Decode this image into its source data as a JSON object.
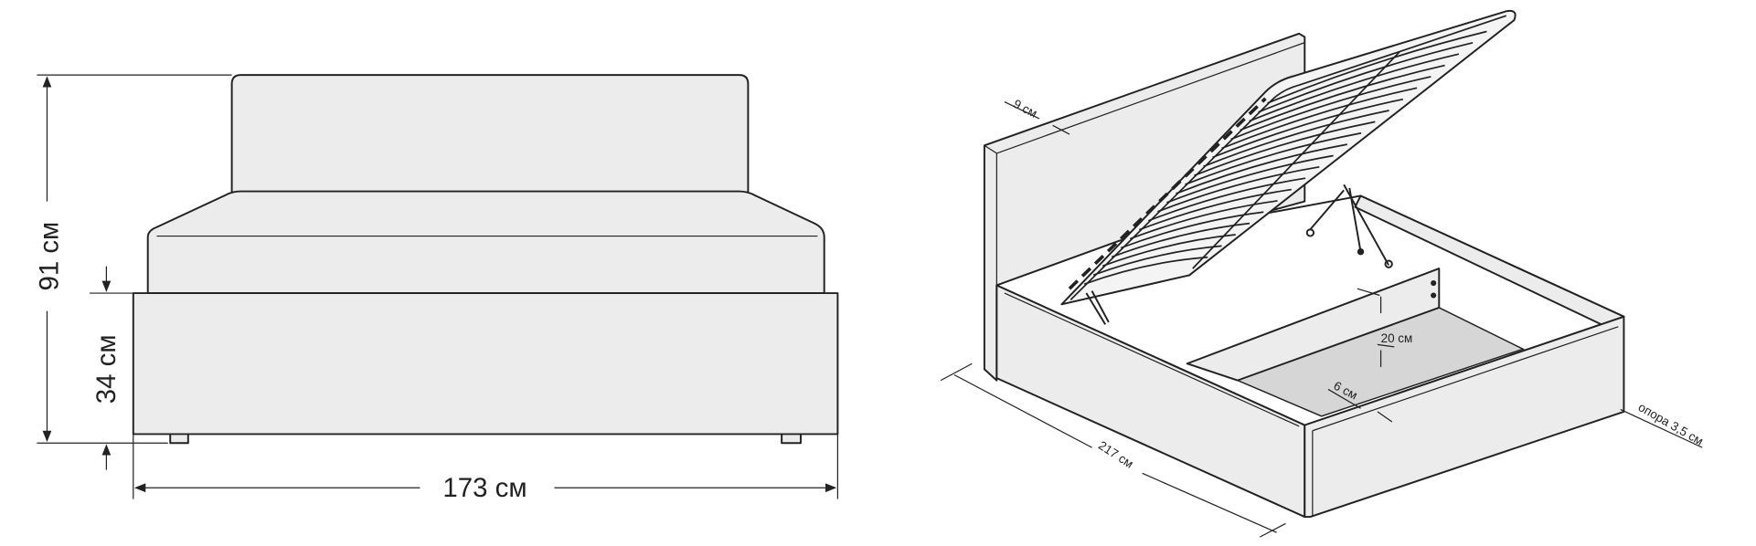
{
  "front_view": {
    "height_total": "91 см",
    "height_base": "34 см",
    "width": "173 см"
  },
  "iso_view": {
    "headboard_thickness": "9 см",
    "storage_depth": "20 см",
    "panel_thickness": "6 см",
    "length": "217 см",
    "support": "опора  3,5 см"
  },
  "colors": {
    "panel_fill": "#ececec",
    "storage_floor": "#d6d6d6",
    "line": "#222222"
  }
}
